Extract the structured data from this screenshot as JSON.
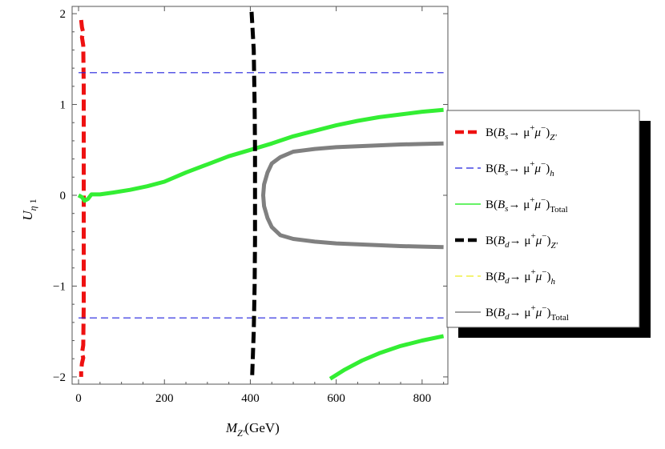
{
  "chart_data": {
    "type": "line",
    "xlabel": "M_{Z'}(GeV)",
    "ylabel": "U_{η 1}",
    "xlim": [
      -15,
      860
    ],
    "ylim": [
      -2.08,
      2.08
    ],
    "x_ticks": [
      0,
      200,
      400,
      600,
      800
    ],
    "y_ticks": [
      -2,
      -1,
      0,
      1,
      2
    ],
    "x_tick_labels": [
      "0",
      "200",
      "400",
      "600",
      "800"
    ],
    "y_tick_labels": [
      "−2",
      "−1",
      "0",
      "1",
      "2"
    ],
    "grid": false,
    "legend_position": "right",
    "series": [
      {
        "name": "B(B_s→ μ⁺μ⁻)_{Z'}",
        "legend": {
          "main": "B(",
          "sub1": "s",
          "mid": "→ μ",
          "sup1": "+",
          "mid2": "μ",
          "sup2": "−",
          "close": ")",
          "sub2": "Z'"
        },
        "color": "#ee1111",
        "dash": "dashed-thick",
        "segments": [
          [
            [
              6,
              1.93
            ],
            [
              8,
              1.85
            ],
            [
              11,
              1.79
            ],
            [
              8,
              1.74
            ],
            [
              11,
              1.65
            ],
            [
              12,
              1.2
            ],
            [
              12,
              0.6
            ],
            [
              12,
              0.0
            ],
            [
              12,
              -0.6
            ],
            [
              12,
              -1.2
            ],
            [
              11,
              -1.65
            ],
            [
              8,
              -1.74
            ],
            [
              11,
              -1.79
            ],
            [
              8,
              -1.85
            ],
            [
              6,
              -1.93
            ],
            [
              6,
              -2.0
            ]
          ]
        ]
      },
      {
        "name": "B(B_s→ μ⁺μ⁻)_h",
        "legend": {
          "main": "B(",
          "sub1": "s",
          "mid": "→ μ",
          "sup1": "+",
          "mid2": "μ",
          "sup2": "−",
          "close": ")",
          "sub2": "h"
        },
        "color": "#2222dd",
        "dash": "dashed-thin",
        "segments": [
          [
            [
              0,
              1.35
            ],
            [
              850,
              1.35
            ]
          ],
          [
            [
              0,
              -1.35
            ],
            [
              850,
              -1.35
            ]
          ]
        ]
      },
      {
        "name": "B(B_s→ μ⁺μ⁻)_Total",
        "legend": {
          "main": "B(",
          "sub1": "s",
          "mid": "→ μ",
          "sup1": "+",
          "mid2": "μ",
          "sup2": "−",
          "close": ")",
          "sub2": "Total"
        },
        "color": "#33ee33",
        "dash": "solid",
        "segments": [
          [
            [
              0,
              0.0
            ],
            [
              8,
              -0.02
            ],
            [
              14,
              -0.06
            ],
            [
              22,
              -0.04
            ],
            [
              30,
              0.01
            ],
            [
              50,
              0.01
            ],
            [
              80,
              0.03
            ],
            [
              120,
              0.06
            ],
            [
              160,
              0.1
            ],
            [
              200,
              0.15
            ],
            [
              250,
              0.25
            ],
            [
              300,
              0.34
            ],
            [
              350,
              0.43
            ],
            [
              400,
              0.5
            ],
            [
              450,
              0.57
            ],
            [
              500,
              0.65
            ],
            [
              550,
              0.71
            ],
            [
              600,
              0.77
            ],
            [
              650,
              0.82
            ],
            [
              700,
              0.86
            ],
            [
              750,
              0.89
            ],
            [
              800,
              0.92
            ],
            [
              850,
              0.94
            ]
          ],
          [
            [
              586,
              -2.02
            ],
            [
              620,
              -1.92
            ],
            [
              660,
              -1.82
            ],
            [
              700,
              -1.74
            ],
            [
              750,
              -1.66
            ],
            [
              800,
              -1.6
            ],
            [
              850,
              -1.55
            ]
          ]
        ]
      },
      {
        "name": "B(B_d→ μ⁺μ⁻)_{Z'}",
        "legend": {
          "main": "B(",
          "sub1": "d",
          "mid": "→ μ",
          "sup1": "+",
          "mid2": "μ",
          "sup2": "−",
          "close": ")",
          "sub2": "Z'"
        },
        "color": "#000000",
        "dash": "dashed-thick",
        "segments": [
          [
            [
              403,
              2.02
            ],
            [
              408,
              1.6
            ],
            [
              410,
              1.0
            ],
            [
              411,
              0.5
            ],
            [
              411,
              0.0
            ],
            [
              411,
              -0.5
            ],
            [
              410,
              -1.0
            ],
            [
              408,
              -1.5
            ],
            [
              404,
              -2.02
            ]
          ]
        ]
      },
      {
        "name": "B(B_d→ μ⁺μ⁻)_h",
        "legend": {
          "main": "B(",
          "sub1": "d",
          "mid": "→ μ",
          "sup1": "+",
          "mid2": "μ",
          "sup2": "−",
          "close": ")",
          "sub2": "h"
        },
        "color": "#eeee22",
        "dash": "dashed-thin",
        "segments": []
      },
      {
        "name": "B(B_d→ μ⁺μ⁻)_Total",
        "legend": {
          "main": "B(",
          "sub1": "d",
          "mid": "→ μ",
          "sup1": "+",
          "mid2": "μ",
          "sup2": "−",
          "close": ")",
          "sub2": "Total"
        },
        "color": "#808080",
        "dash": "solid",
        "segments": [
          [
            [
              850,
              0.57
            ],
            [
              800,
              0.565
            ],
            [
              750,
              0.56
            ],
            [
              700,
              0.55
            ],
            [
              650,
              0.54
            ],
            [
              600,
              0.53
            ],
            [
              550,
              0.51
            ],
            [
              500,
              0.48
            ],
            [
              470,
              0.42
            ],
            [
              450,
              0.35
            ],
            [
              440,
              0.25
            ],
            [
              432,
              0.12
            ],
            [
              430,
              0.0
            ],
            [
              432,
              -0.12
            ],
            [
              440,
              -0.25
            ],
            [
              450,
              -0.35
            ],
            [
              470,
              -0.44
            ],
            [
              500,
              -0.48
            ],
            [
              550,
              -0.51
            ],
            [
              600,
              -0.53
            ],
            [
              650,
              -0.54
            ],
            [
              700,
              -0.55
            ],
            [
              750,
              -0.56
            ],
            [
              800,
              -0.565
            ],
            [
              850,
              -0.57
            ]
          ]
        ]
      }
    ]
  }
}
